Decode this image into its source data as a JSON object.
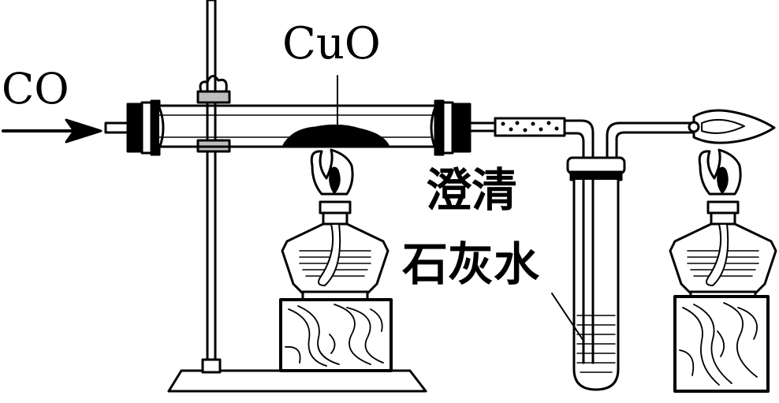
{
  "labels": {
    "gas_in": "CO",
    "reagent": "CuO",
    "solution_line1": "澄清",
    "solution_line2": "石灰水"
  },
  "icons": {
    "arrow": "arrow-right-icon",
    "stand": "iron-stand-icon",
    "tube": "combustion-tube-icon",
    "lamp": "alcohol-lamp-icon",
    "test_tube": "test-tube-icon",
    "flame": "flame-icon"
  },
  "colors": {
    "ink": "#000000",
    "paper": "#ffffff"
  }
}
